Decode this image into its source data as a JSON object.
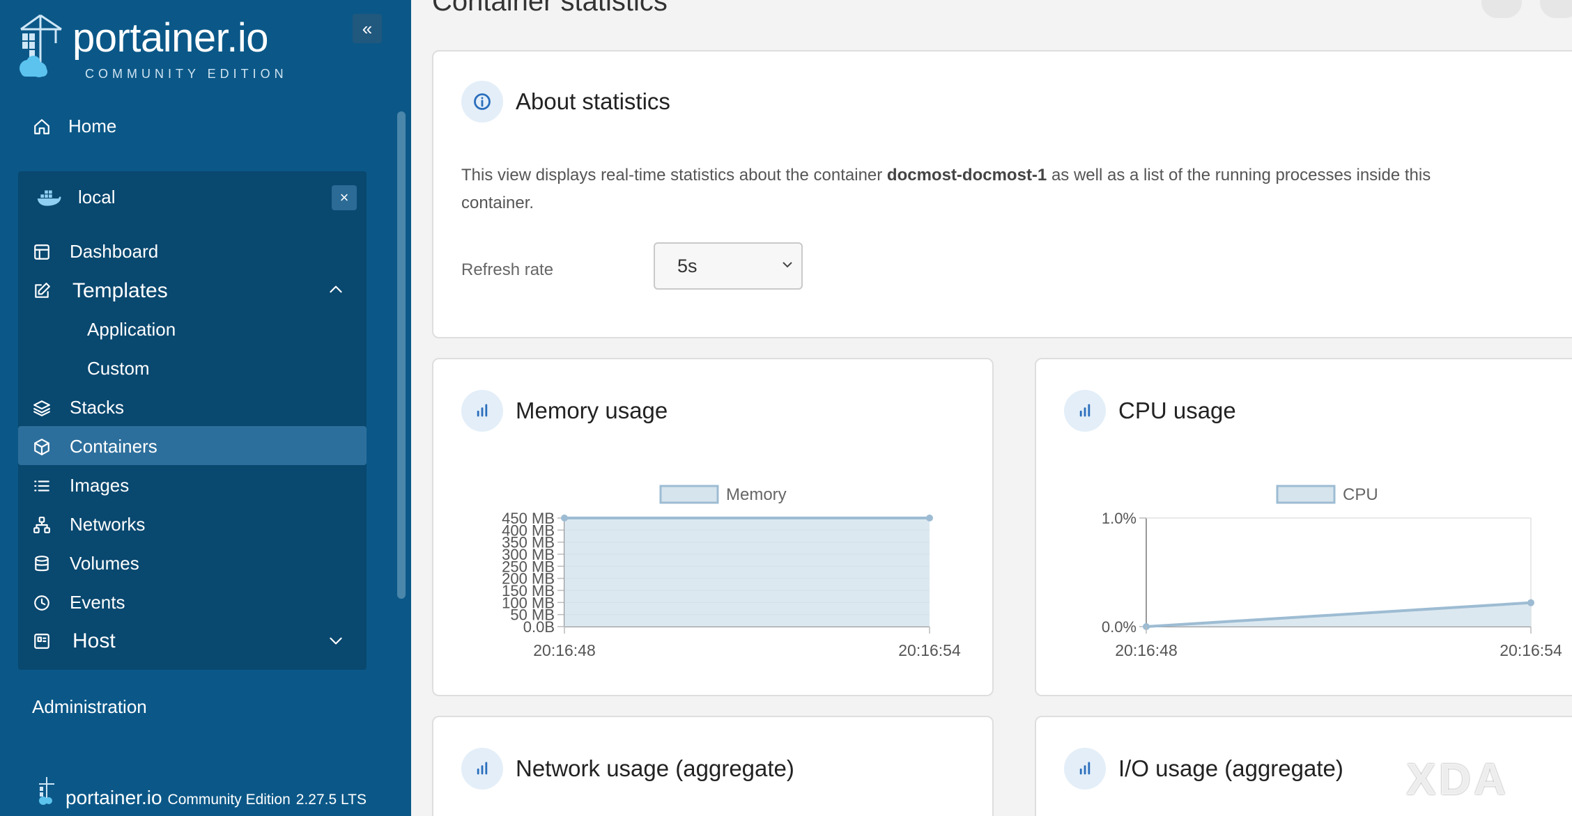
{
  "sidebar": {
    "logo_name": "portainer.io",
    "logo_edition": "COMMUNITY EDITION",
    "home": "Home",
    "environment": "local",
    "env_close": "×",
    "items": {
      "dashboard": "Dashboard",
      "templates": "Templates",
      "application": "Application",
      "custom": "Custom",
      "stacks": "Stacks",
      "containers": "Containers",
      "images": "Images",
      "networks": "Networks",
      "volumes": "Volumes",
      "events": "Events",
      "host": "Host"
    },
    "administration": "Administration",
    "footer": {
      "name": "portainer.io",
      "edition": "Community Edition",
      "version": "2.27.5 LTS"
    },
    "active_item": "containers"
  },
  "main": {
    "page_title": "Container statistics",
    "about": {
      "title": "About statistics",
      "desc_prefix": "This view displays real-time statistics about the container ",
      "container_name": "docmost-docmost-1",
      "desc_suffix": " as well as a list of the running processes inside this container.",
      "refresh_label": "Refresh rate",
      "refresh_value": "5s"
    },
    "cards": {
      "memory": "Memory usage",
      "cpu": "CPU usage",
      "network": "Network usage (aggregate)",
      "io": "I/O usage (aggregate)"
    },
    "watermark": "XDA"
  },
  "colors": {
    "sidebar_bg": "#0b5888",
    "chart_line": "#9dbcd3",
    "chart_fill": "#d6e4ed",
    "icon_blue": "#2a6ebd"
  },
  "chart_data": [
    {
      "type": "area",
      "legend": "Memory",
      "x": [
        "20:16:48",
        "20:16:54"
      ],
      "values": [
        450,
        450
      ],
      "unit": "MB",
      "yticks": [
        "0.0B",
        "50 MB",
        "100 MB",
        "150 MB",
        "200 MB",
        "250 MB",
        "300 MB",
        "350 MB",
        "400 MB",
        "450 MB"
      ],
      "ylim": [
        0,
        450
      ]
    },
    {
      "type": "area",
      "legend": "CPU",
      "x": [
        "20:16:48",
        "20:16:54"
      ],
      "values": [
        0.0,
        0.22
      ],
      "unit": "%",
      "yticks": [
        "0.0%",
        "1.0%"
      ],
      "ylim": [
        0,
        1.0
      ]
    }
  ]
}
